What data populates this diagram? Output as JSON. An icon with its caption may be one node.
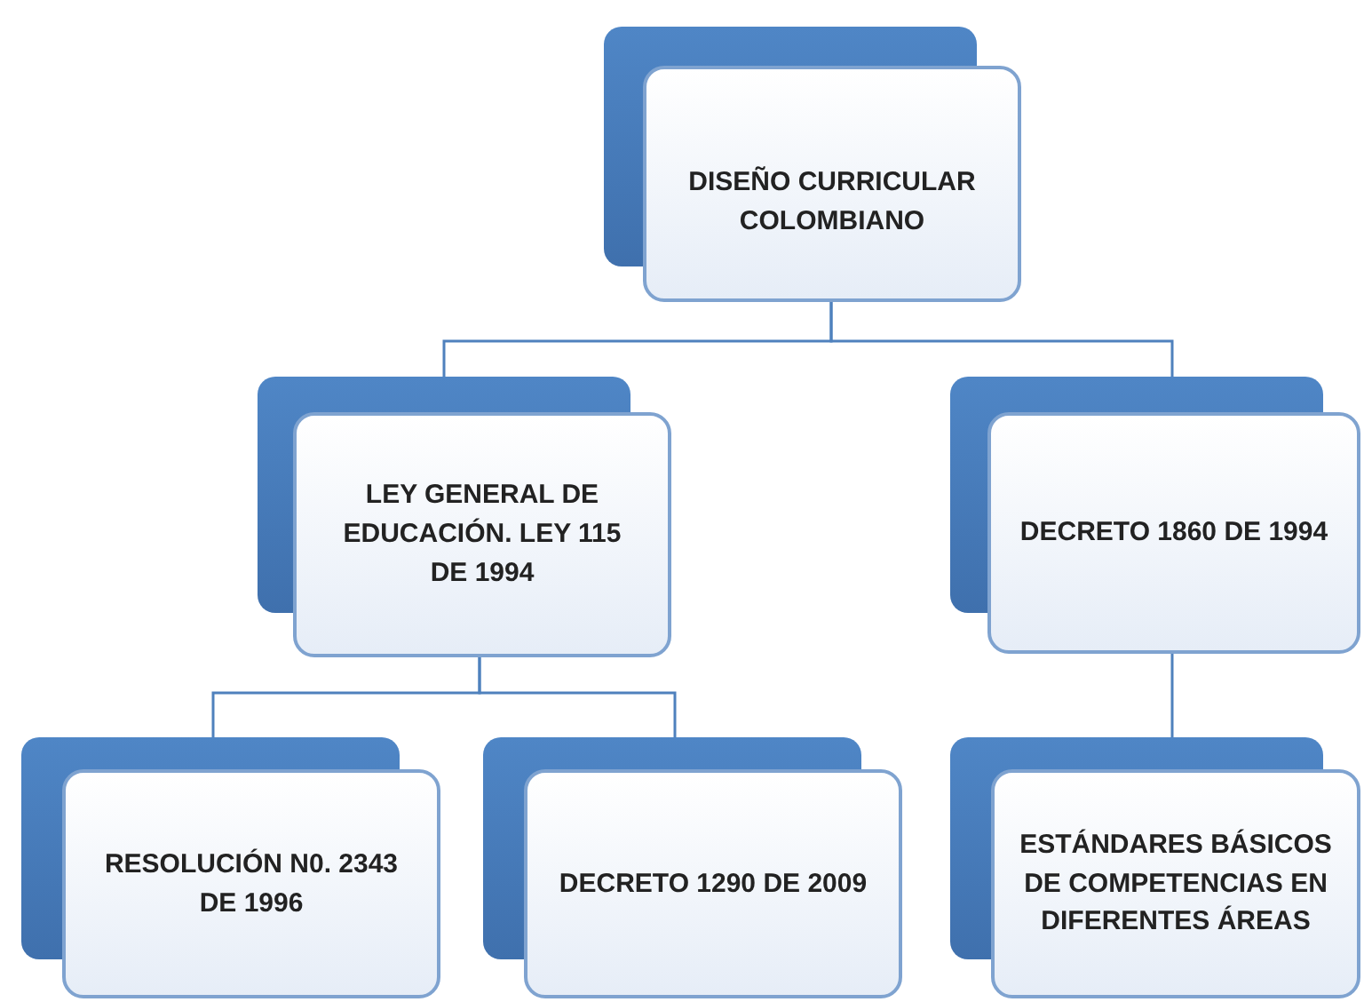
{
  "diagram": {
    "nodes": [
      {
        "text": [
          "DISEÑO CURRICULAR COLOMBIANO"
        ]
      },
      {
        "text": [
          "LEY GENERAL DE EDUCACIÓN. LEY 115 DE 1994"
        ]
      },
      {
        "text": [
          "DECRETO 1860 DE 1994"
        ]
      },
      {
        "text": [
          "RESOLUCIÓN N0. 2343 DE 1996"
        ]
      },
      {
        "text": [
          "DECRETO 1290 DE 2009"
        ]
      },
      {
        "text": [
          "ESTÁNDARES BÁSICOS DE COMPETENCIAS EN DIFERENTES ÁREAS"
        ]
      }
    ],
    "edges": [
      {
        "from": 0,
        "to": 1,
        "arrow": "none"
      },
      {
        "from": 0,
        "to": 2,
        "arrow": "none"
      },
      {
        "from": 1,
        "to": 3,
        "arrow": "none"
      },
      {
        "from": 1,
        "to": 4,
        "arrow": "none"
      },
      {
        "from": 2,
        "to": 5,
        "arrow": "none"
      }
    ]
  }
}
